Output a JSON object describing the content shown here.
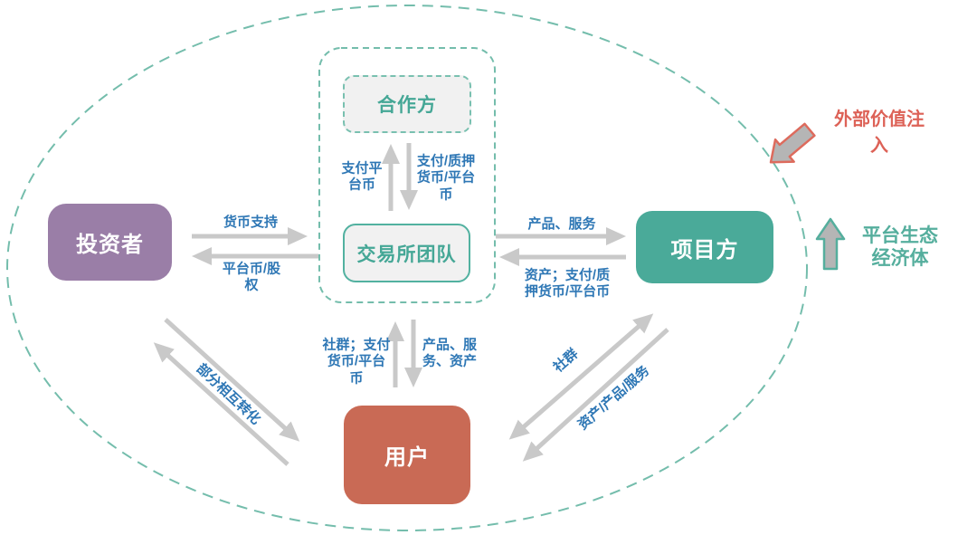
{
  "nodes": {
    "investor": "投资者",
    "partner": "合作方",
    "exchange_team": "交易所团队",
    "project": "项目方",
    "user": "用户"
  },
  "edge_labels": {
    "currency_support": "货币支持",
    "platform_coin_equity": "平台币/股\n权",
    "product_service": "产品、服务",
    "asset_pledge_coin": "资产；支付/质\n押货币/平台币",
    "pay_platform_coin": "支付平\n台币",
    "pay_pledge_coin": "支付/质押\n货币/平台\n币",
    "community_pay_coin": "社群；支付\n货币/平台\n币",
    "product_service_asset": "产品、服\n务、资产",
    "partial_mutual_conversion": "部分相互转化",
    "community": "社群",
    "asset_product_service": "资产/产品/服务"
  },
  "annotations": {
    "external_value_injection": "外部价值注入",
    "platform_ecosystem": "平台生态\n经济体"
  },
  "colors": {
    "investor_purple": "#9a7ea7",
    "teal": "#4aaa99",
    "user_red": "#c96a55",
    "label_blue": "#2e77b5",
    "annotation_red": "#dd6257",
    "arrow_gray": "#c9c9c9",
    "block_arrow_gray": "#b5b5b5",
    "ellipse_teal": "#74bdac",
    "box_fill_gray": "#f1f1f1"
  }
}
